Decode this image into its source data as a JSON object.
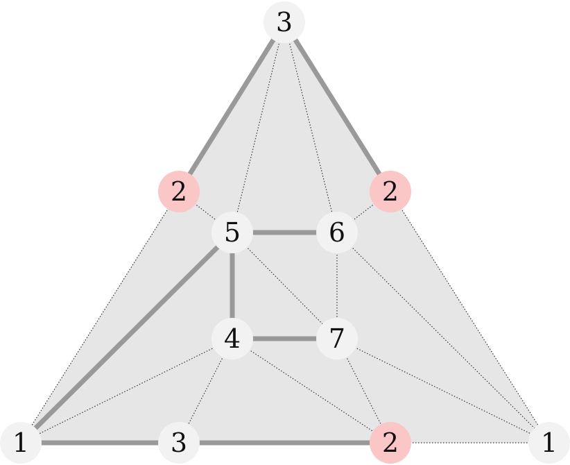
{
  "colors": {
    "face": "#e6e6e6",
    "node": "#f2f2f2",
    "highlight_node": "#fbc6c6",
    "thick_edge": "#999999",
    "thin_edge": "#333333"
  },
  "nodes": [
    {
      "id": "top",
      "label": "3",
      "highlight": false
    },
    {
      "id": "upper-left",
      "label": "2",
      "highlight": true
    },
    {
      "id": "upper-right",
      "label": "2",
      "highlight": true
    },
    {
      "id": "inner-5",
      "label": "5",
      "highlight": false
    },
    {
      "id": "inner-6",
      "label": "6",
      "highlight": false
    },
    {
      "id": "inner-4",
      "label": "4",
      "highlight": false
    },
    {
      "id": "inner-7",
      "label": "7",
      "highlight": false
    },
    {
      "id": "bottom-left",
      "label": "1",
      "highlight": false
    },
    {
      "id": "bottom-3",
      "label": "3",
      "highlight": false
    },
    {
      "id": "bottom-2",
      "label": "2",
      "highlight": true
    },
    {
      "id": "bottom-right",
      "label": "1",
      "highlight": false
    }
  ],
  "edges": [
    {
      "from": "top",
      "to": "upper-left",
      "style": "thick"
    },
    {
      "from": "top",
      "to": "upper-right",
      "style": "thick"
    },
    {
      "from": "inner-5",
      "to": "inner-6",
      "style": "thick"
    },
    {
      "from": "inner-5",
      "to": "inner-4",
      "style": "thick"
    },
    {
      "from": "inner-4",
      "to": "inner-7",
      "style": "thick"
    },
    {
      "from": "bottom-left",
      "to": "inner-5",
      "style": "thick"
    },
    {
      "from": "bottom-left",
      "to": "bottom-3",
      "style": "thick"
    },
    {
      "from": "bottom-3",
      "to": "bottom-2",
      "style": "thick"
    },
    {
      "from": "top",
      "to": "inner-5",
      "style": "thin"
    },
    {
      "from": "top",
      "to": "inner-6",
      "style": "thin"
    },
    {
      "from": "upper-left",
      "to": "inner-5",
      "style": "thin"
    },
    {
      "from": "upper-right",
      "to": "inner-6",
      "style": "thin"
    },
    {
      "from": "upper-left",
      "to": "bottom-left",
      "style": "thin"
    },
    {
      "from": "upper-right",
      "to": "bottom-right",
      "style": "thin"
    },
    {
      "from": "inner-5",
      "to": "inner-7",
      "style": "thin"
    },
    {
      "from": "inner-6",
      "to": "inner-7",
      "style": "thin"
    },
    {
      "from": "inner-6",
      "to": "bottom-right",
      "style": "thin"
    },
    {
      "from": "inner-7",
      "to": "bottom-right",
      "style": "thin"
    },
    {
      "from": "inner-7",
      "to": "bottom-2",
      "style": "thin"
    },
    {
      "from": "inner-4",
      "to": "bottom-left",
      "style": "thin"
    },
    {
      "from": "inner-4",
      "to": "bottom-3",
      "style": "thin"
    },
    {
      "from": "inner-4",
      "to": "bottom-2",
      "style": "thin"
    },
    {
      "from": "bottom-2",
      "to": "bottom-right",
      "style": "thin"
    }
  ]
}
